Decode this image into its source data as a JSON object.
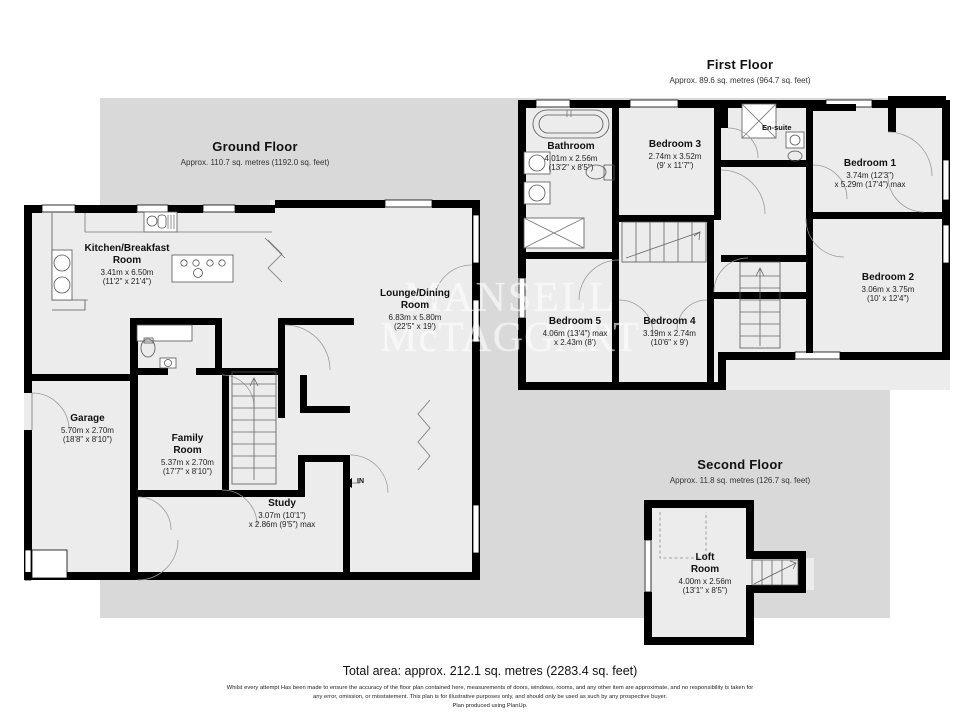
{
  "document": {
    "type": "floor-plan",
    "watermark_line1": "MANSELL",
    "watermark_line2": "McTAGGART",
    "entrance_marker": "IN"
  },
  "floors": [
    {
      "id": "ground",
      "title": "Ground Floor",
      "area": "Approx. 110.7 sq. metres (1192.0 sq. feet)"
    },
    {
      "id": "first",
      "title": "First Floor",
      "area": "Approx. 89.6 sq. metres (964.7 sq. feet)"
    },
    {
      "id": "second",
      "title": "Second Floor",
      "area": "Approx. 11.8 sq. metres (126.7 sq. feet)"
    }
  ],
  "rooms": {
    "ground": [
      {
        "name": "Kitchen/Breakfast\nRoom",
        "dim_metric": "3.41m x 6.50m",
        "dim_imperial": "(11'2\" x 21'4\")"
      },
      {
        "name": "Lounge/Dining\nRoom",
        "dim_metric": "6.83m x 5.80m",
        "dim_imperial": "(22'5\" x 19')"
      },
      {
        "name": "Garage",
        "dim_metric": "5.70m x 2.70m",
        "dim_imperial": "(18'8\" x 8'10\")"
      },
      {
        "name": "Family\nRoom",
        "dim_metric": "5.37m x 2.70m",
        "dim_imperial": "(17'7\" x 8'10\")"
      },
      {
        "name": "Study",
        "dim_metric": "3.07m (10'1\")",
        "dim_imperial": "x 2.86m (9'5\") max"
      }
    ],
    "first": [
      {
        "name": "Bathroom",
        "dim_metric": "4.01m x 2.56m",
        "dim_imperial": "(13'2\" x 8'5\")"
      },
      {
        "name": "Bedroom 3",
        "dim_metric": "2.74m x 3.52m",
        "dim_imperial": "(9' x 11'7\")"
      },
      {
        "name": "Bedroom 1",
        "dim_metric": "3.74m (12'3\")",
        "dim_imperial": "x 5.29m (17'4\") max"
      },
      {
        "name": "Bedroom 2",
        "dim_metric": "3.06m x 3.75m",
        "dim_imperial": "(10' x 12'4\")"
      },
      {
        "name": "Bedroom 5",
        "dim_metric": "4.06m (13'4\") max",
        "dim_imperial": "x 2.43m (8')"
      },
      {
        "name": "Bedroom 4",
        "dim_metric": "3.19m x 2.74m",
        "dim_imperial": "(10'6\" x 9')"
      },
      {
        "name": "En-suite",
        "dim_metric": "",
        "dim_imperial": ""
      }
    ],
    "second": [
      {
        "name": "Loft\nRoom",
        "dim_metric": "4.00m x 2.56m",
        "dim_imperial": "(13'1\" x 8'5\")"
      }
    ]
  },
  "footer": {
    "total_area": "Total area: approx. 212.1 sq. metres (2283.4 sq. feet)",
    "disclaimer_line1": "Whilst every attempt Has been made to ensure the accuracy of the floor plan contained here, measurements of doors, windows, rooms, and any other item are approximate, and no responsibility is taken for",
    "disclaimer_line2": "any error, omission, or misstatement. This plan is for illustrative purposes only, and should only be used as such by any prospective buyer.",
    "disclaimer_line3": "Plan produced using PlanUp."
  },
  "colors": {
    "wall": "#000000",
    "floor": "#ececec",
    "shade": "#d9d9d9",
    "background": "#ffffff",
    "text": "#111111"
  }
}
